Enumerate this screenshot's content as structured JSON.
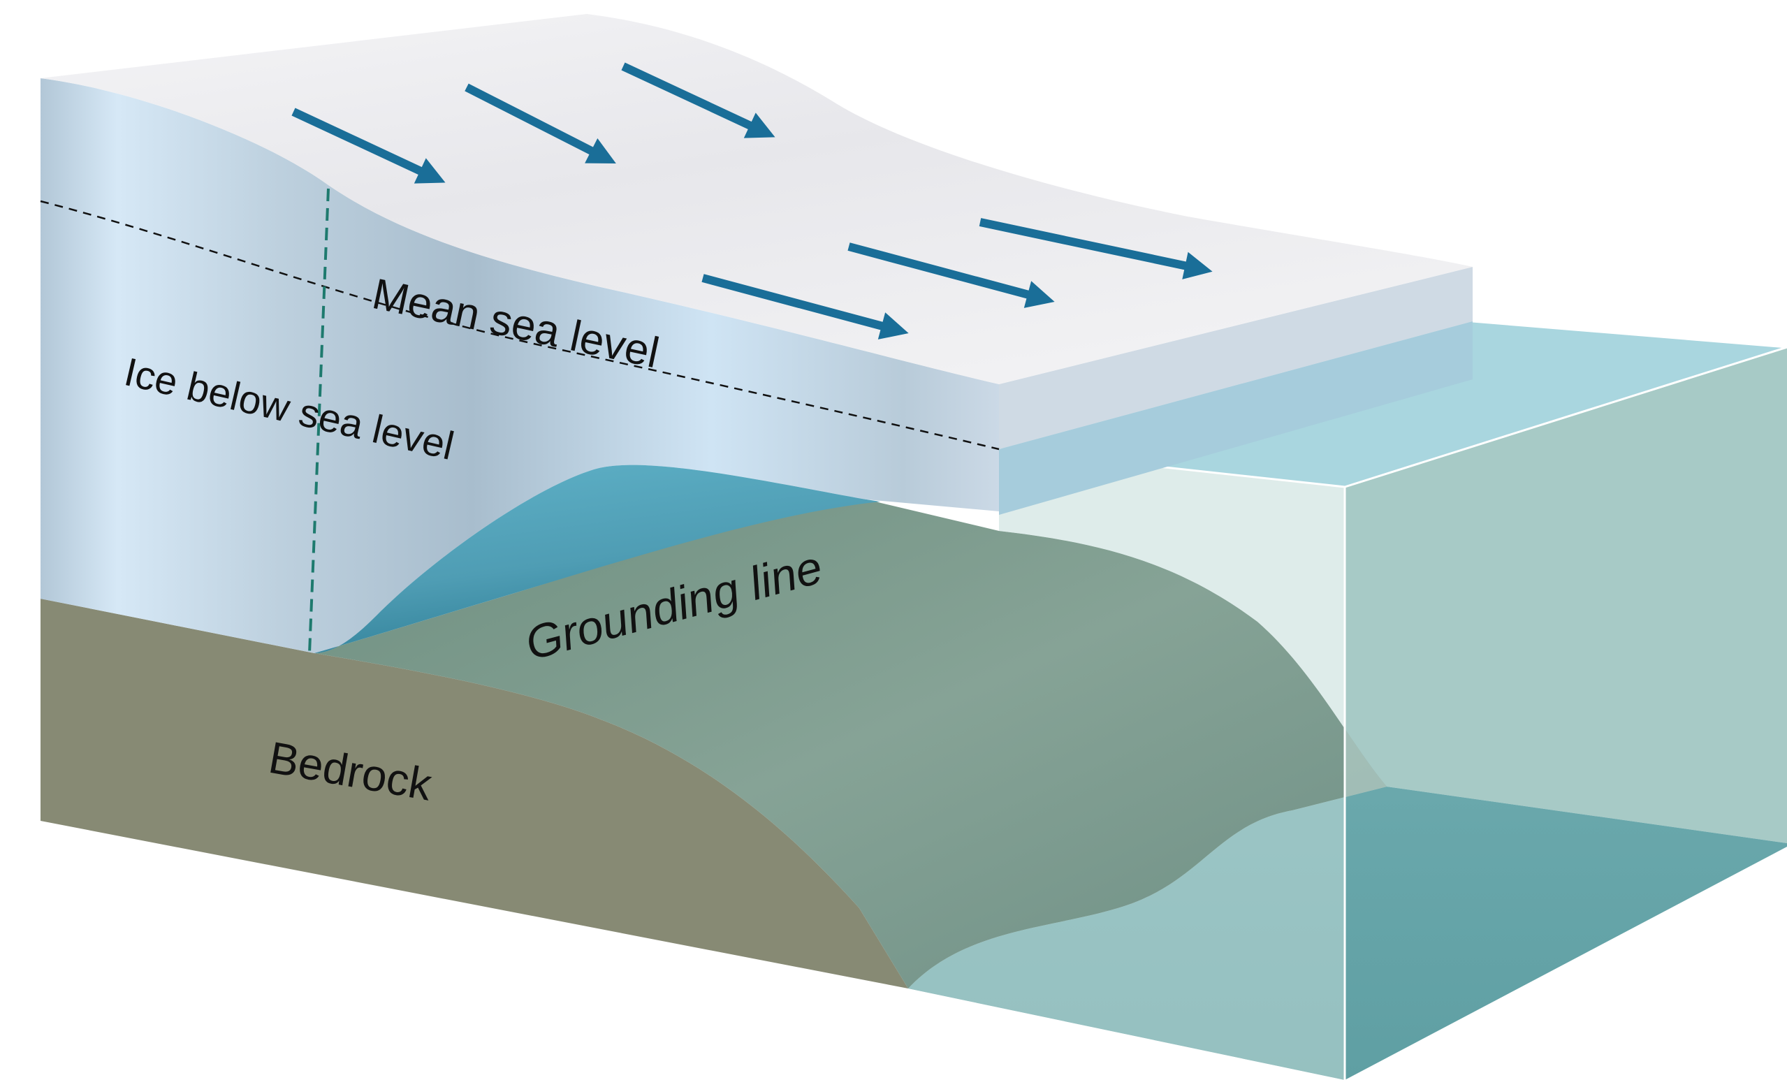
{
  "labels": {
    "mean_sea_level": "Mean sea level",
    "ice_below_sea_level": "Ice below sea level",
    "grounding_line": "Grounding line",
    "bedrock": "Bedrock"
  },
  "colors": {
    "ice_top": "#efeff2",
    "ice_face_light": "#d3e6f5",
    "ice_face_dark": "#a9bfd0",
    "ice_shelf_edge": "#cfdae4",
    "ocean_surface": "#a9d6df",
    "ocean_side": "#a7cac6",
    "ocean_deep": "#64a4a8",
    "seafloor": "#84a397",
    "bedrock": "#878a74",
    "cavity": "#4ea5bd",
    "flow_arrow": "#1a6e98",
    "grounding_marker": "#1e7a6e"
  },
  "icons": {
    "flow_arrows": "ice-flow-arrow-icon"
  }
}
